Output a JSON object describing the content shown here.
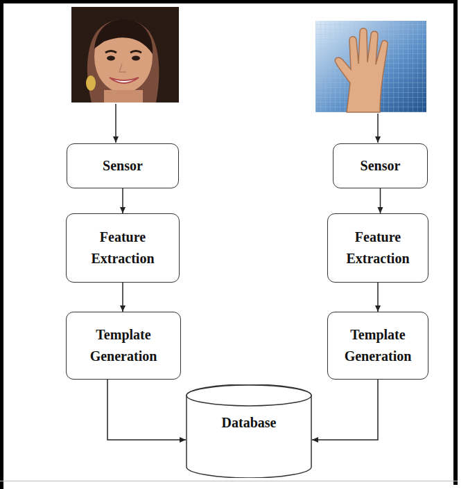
{
  "diagram": {
    "nodes": [
      {
        "text": [
          "Sensor"
        ]
      },
      {
        "text": [
          "Sensor"
        ]
      },
      {
        "text": [
          "Feature Extraction"
        ]
      },
      {
        "text": [
          "Feature Extraction"
        ]
      },
      {
        "text": [
          "Template Generation"
        ]
      },
      {
        "text": [
          "Template Generation"
        ]
      },
      {
        "text": [
          "Database"
        ]
      }
    ],
    "edges": [
      {
        "from": 0,
        "to": 2,
        "arrow": "to"
      },
      {
        "from": 2,
        "to": 4,
        "arrow": "to"
      },
      {
        "from": 4,
        "to": 6,
        "arrow": "to"
      },
      {
        "from": 1,
        "to": 3,
        "arrow": "to"
      },
      {
        "from": 3,
        "to": 5,
        "arrow": "to"
      },
      {
        "from": 5,
        "to": 6,
        "arrow": "to"
      }
    ]
  }
}
